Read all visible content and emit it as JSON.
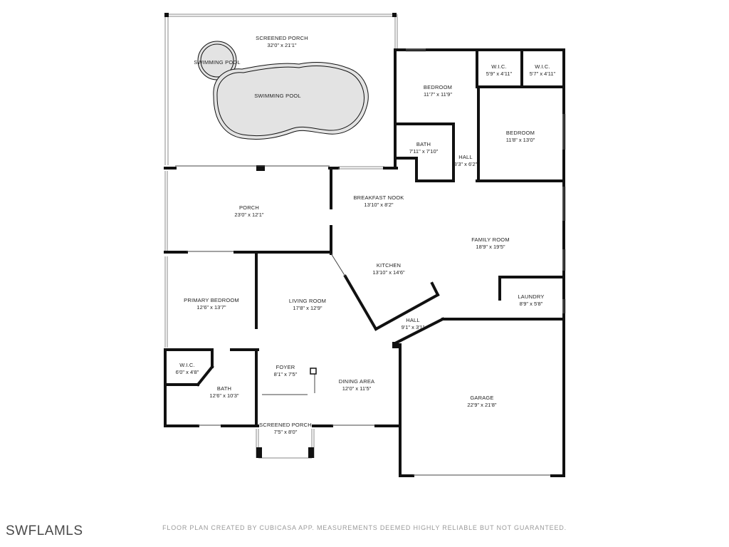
{
  "rooms": {
    "screened_porch": {
      "name": "SCREENED PORCH",
      "dim": "32'0\" x 21'1\""
    },
    "pool_small": {
      "name": "SWIMMING POOL"
    },
    "pool_main": {
      "name": "SWIMMING POOL"
    },
    "bedroom_2": {
      "name": "BEDROOM",
      "dim": "11'7\" x 11'9\""
    },
    "wic_2": {
      "name": "W.I.C.",
      "dim": "5'9\" x 4'11\""
    },
    "wic_3": {
      "name": "W.I.C.",
      "dim": "5'7\" x 4'11\""
    },
    "bedroom_3": {
      "name": "BEDROOM",
      "dim": "11'8\" x 13'0\""
    },
    "bath_2": {
      "name": "BATH",
      "dim": "7'11\" x 7'10\""
    },
    "hall_1": {
      "name": "HALL",
      "dim": "3'3\" x 6'2\""
    },
    "porch": {
      "name": "PORCH",
      "dim": "23'0\" x 12'1\""
    },
    "breakfast_nook": {
      "name": "BREAKFAST NOOK",
      "dim": "13'10\" x 8'2\""
    },
    "family_room": {
      "name": "FAMILY ROOM",
      "dim": "18'9\" x 19'5\""
    },
    "kitchen": {
      "name": "KITCHEN",
      "dim": "13'10\" x 14'6\""
    },
    "primary_bedroom": {
      "name": "PRIMARY BEDROOM",
      "dim": "12'6\" x 13'7\""
    },
    "living_room": {
      "name": "LIVING ROOM",
      "dim": "17'8\" x 12'9\""
    },
    "laundry": {
      "name": "LAUNDRY",
      "dim": "8'9\" x 5'8\""
    },
    "hall_2": {
      "name": "HALL",
      "dim": "9'1\" x 3'1\""
    },
    "wic_1": {
      "name": "W.I.C.",
      "dim": "6'0\" x 4'8\""
    },
    "bath_1": {
      "name": "BATH",
      "dim": "12'6\" x 10'3\""
    },
    "foyer": {
      "name": "FOYER",
      "dim": "8'1\" x 7'5\""
    },
    "dining_area": {
      "name": "DINING AREA",
      "dim": "12'0\" x 11'5\""
    },
    "garage": {
      "name": "GARAGE",
      "dim": "22'9\" x 21'8\""
    },
    "screened_porch_front": {
      "name": "SCREENED PORCH",
      "dim": "7'5\" x 8'0\""
    }
  },
  "footer": {
    "watermark": "SWFLAMLS",
    "disclaimer": "FLOOR PLAN CREATED BY CUBICASA APP. MEASUREMENTS DEEMED HIGHLY RELIABLE BUT NOT GUARANTEED."
  },
  "colors": {
    "wall": "#111111",
    "pool_fill": "#e3e3e3",
    "watermark": "#4a4a4a",
    "disclaimer": "#9a9a9a"
  }
}
